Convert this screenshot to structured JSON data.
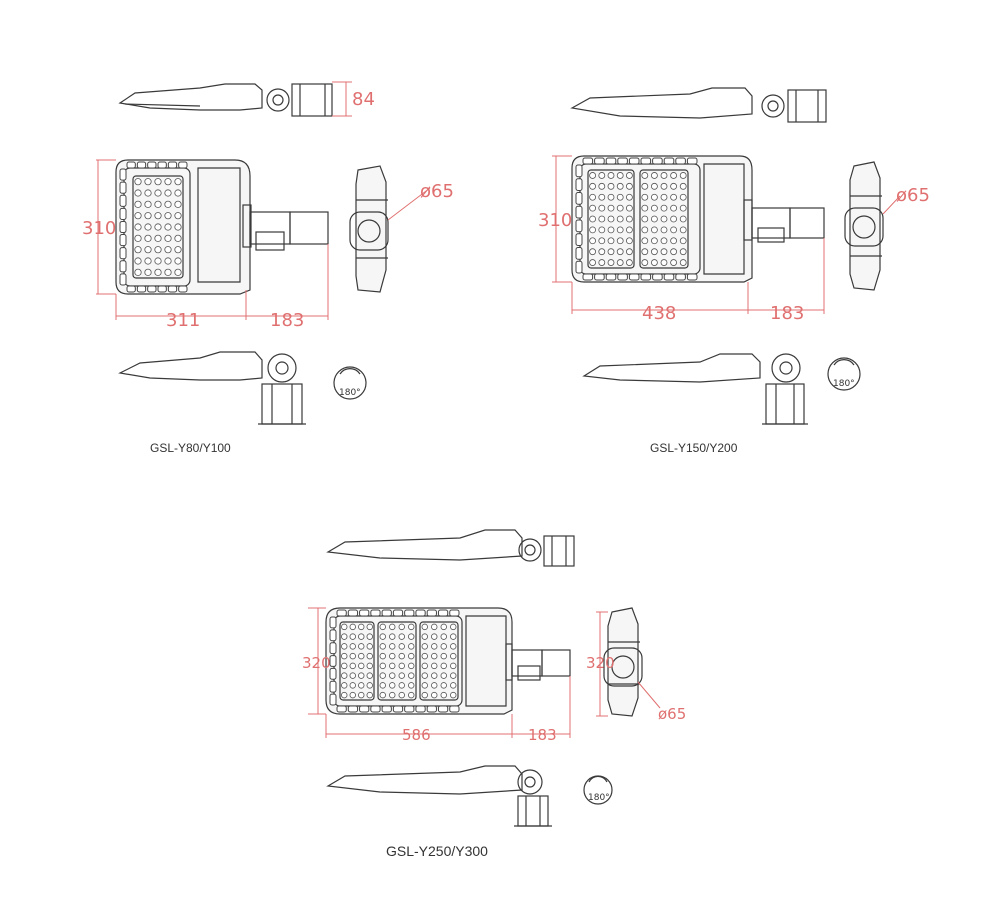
{
  "colors": {
    "dimension": "#e07070",
    "outline": "#3a3a3a",
    "background": "#ffffff"
  },
  "diagrams": [
    {
      "model": "GSL-Y80/Y100",
      "height_dim": "310",
      "width_dim": "311",
      "arm_dim": "183",
      "bracket_dim": "84",
      "diameter_dim": "ø65",
      "rotation": "180°"
    },
    {
      "model": "GSL-Y150/Y200",
      "height_dim": "310",
      "width_dim": "438",
      "arm_dim": "183",
      "diameter_dim": "ø65",
      "rotation": "180°"
    },
    {
      "model": "GSL-Y250/Y300",
      "height_dim": "320",
      "side_height_dim": "320",
      "width_dim": "586",
      "arm_dim": "183",
      "diameter_dim": "ø65",
      "rotation": "180°"
    }
  ]
}
